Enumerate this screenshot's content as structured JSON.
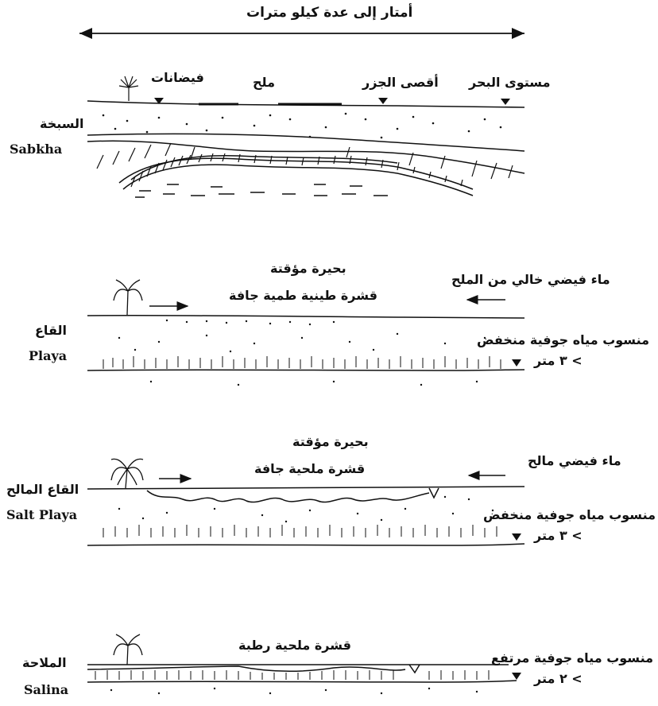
{
  "header": {
    "scale_text": "أمتار إلى عدة كيلو مترات"
  },
  "sabkha": {
    "name_ar": "السبخة",
    "name_en": "Sabkha",
    "labels": {
      "floodwater": "فيضانات",
      "salt": "ملح",
      "farthest_islands": "أقصى الجزر",
      "sea_level": "مستوى البحر"
    }
  },
  "playa": {
    "name_ar": "القاع",
    "name_en": "Playa",
    "temporary_lake": "بحيرة مؤقتة",
    "crust": "قشرة طينية طمية جافة",
    "water_source": "ماء فيضي خالي من الملح",
    "water_table": "منسوب مياه جوفية منخفض",
    "depth": "> ٣ متر"
  },
  "salt_playa": {
    "name_ar": "القاع المالح",
    "name_en": "Salt Playa",
    "temporary_lake": "بحيرة مؤقتة",
    "crust": "قشرة ملحية جافة",
    "water_source": "ماء فيضي مالح",
    "water_table": "منسوب مياه جوفية منخفض",
    "depth": "> ٣ متر"
  },
  "salina": {
    "name_ar": "الملاحة",
    "name_en": "Salina",
    "crust": "قشرة ملحية رطبة",
    "water_table": "منسوب مياه جوفية مرتفع",
    "depth": "> ٢ متر"
  }
}
